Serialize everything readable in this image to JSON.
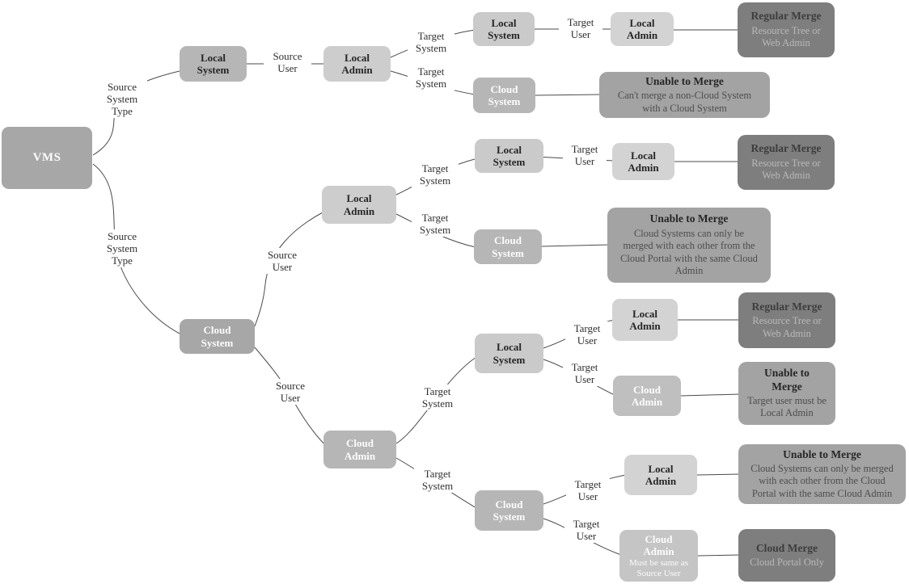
{
  "diagram": {
    "root_label": "VMS",
    "node_titles": {
      "local_system": "Local\nSystem",
      "cloud_system": "Cloud\nSystem",
      "local_admin": "Local\nAdmin",
      "cloud_admin": "Cloud\nAdmin"
    },
    "cloud_admin_note": "Must be same as\nSource User",
    "edge_labels": {
      "source_system_type": "Source\nSystem\nType",
      "source_user": "Source\nUser",
      "target_system": "Target\nSystem",
      "target_user": "Target\nUser"
    },
    "results": {
      "regular_merge": {
        "title": "Regular Merge",
        "body": "Resource Tree or\nWeb Admin"
      },
      "unable_non_cloud": {
        "title": "Unable to Merge",
        "body": "Can't merge a non-Cloud System\nwith a Cloud System"
      },
      "unable_cloud_portal": {
        "title": "Unable to Merge",
        "body": "Cloud Systems can only be\nmerged with each other from the\nCloud Portal with the same Cloud\nAdmin"
      },
      "unable_target_user": {
        "title": "Unable to\nMerge",
        "body": "Target user must be\nLocal Admin"
      },
      "unable_cloud_portal_wide": {
        "title": "Unable to Merge",
        "body": "Cloud Systems can only be merged\nwith each other from the Cloud\nPortal with the same Cloud Admin"
      },
      "cloud_merge": {
        "title": "Cloud Merge",
        "body": "Cloud Portal Only"
      }
    },
    "colors": {
      "root_fill": "#a7a7a7",
      "system_dark_fill": "#b6b6b6",
      "admin_light_fill": "#cdcdcd",
      "system_light_fill": "#cacaca",
      "admin_lighter_fill": "#d3d3d3",
      "cloud_admin_fill": "#bfbfbf",
      "merge_fill": "#7e7e7e",
      "unable_fill": "#a3a3a3",
      "edge_line": "#4a4a4a"
    }
  }
}
